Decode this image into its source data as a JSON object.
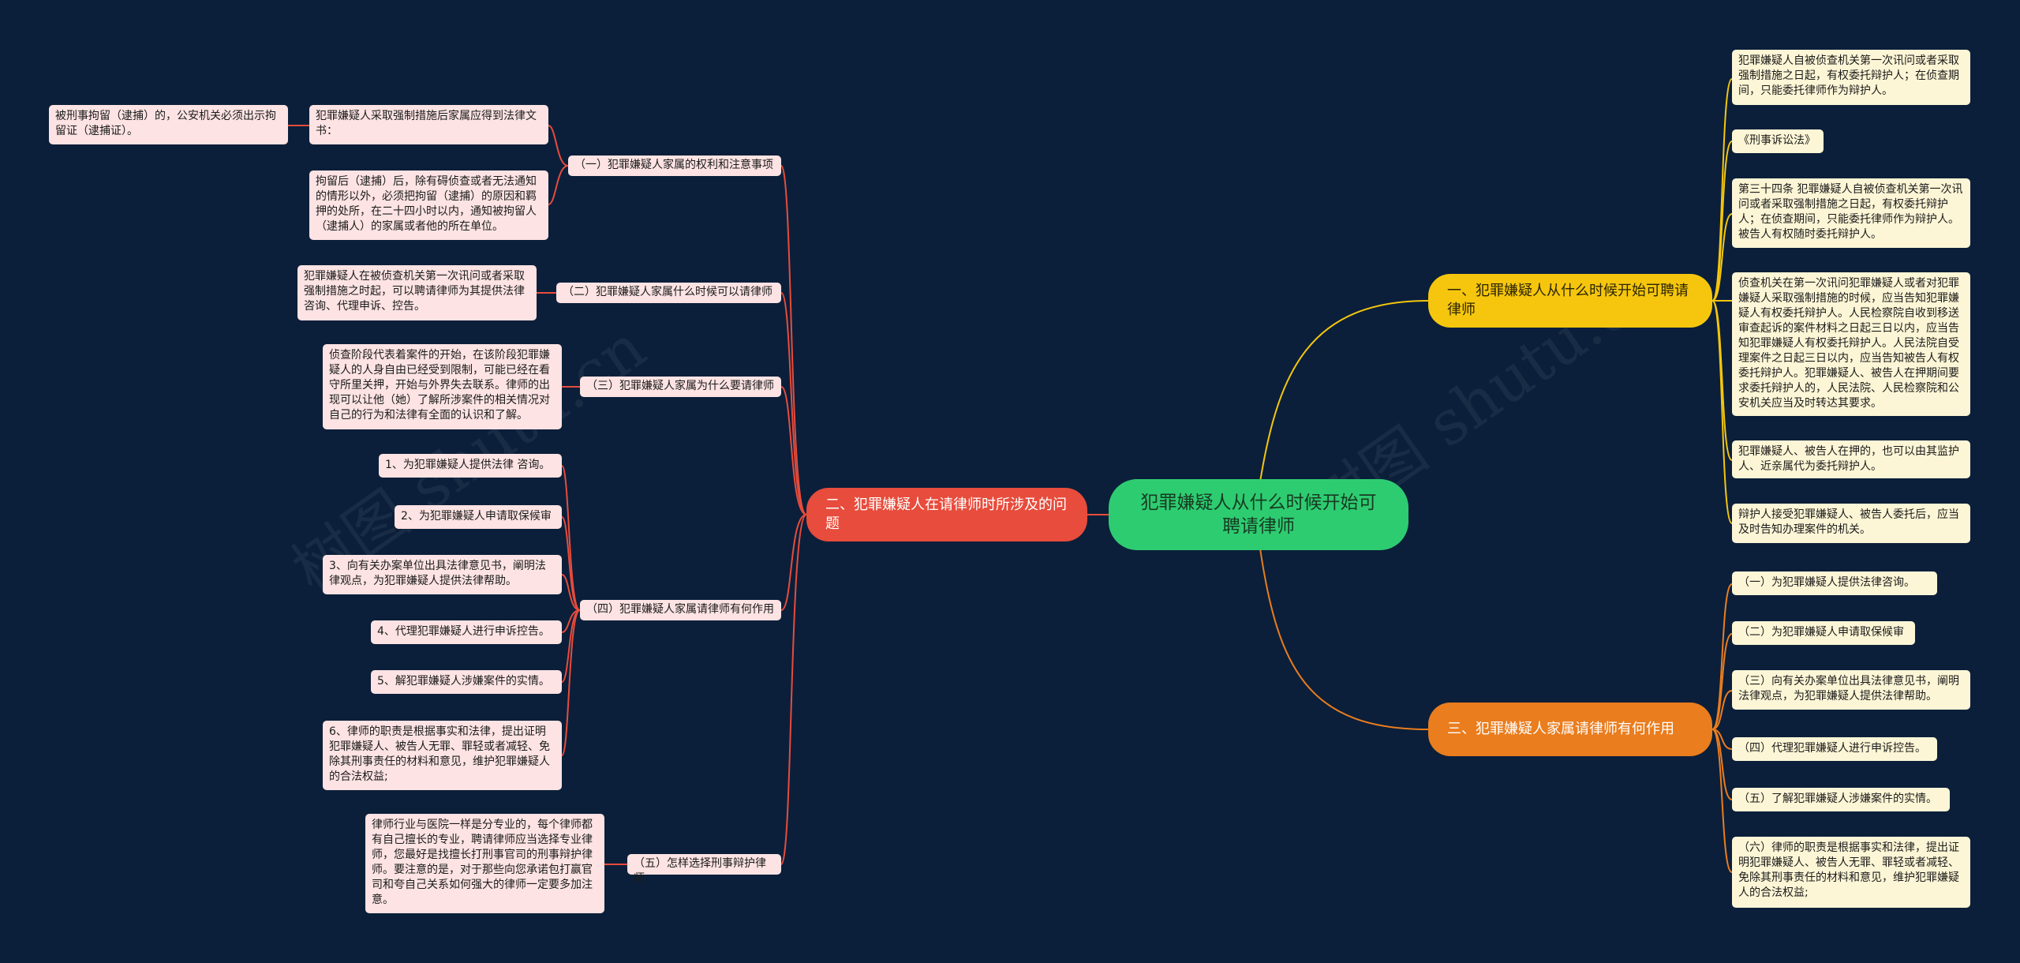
{
  "root": "犯罪嫌疑人从什么时候开始可聘请律师",
  "watermark": "树图 shutu.cn",
  "branch_one": {
    "title": "一、犯罪嫌疑人从什么时候开始可聘请律师",
    "leaves": [
      "犯罪嫌疑人自被侦查机关第一次讯问或者采取强制措施之日起，有权委托辩护人；在侦查期间，只能委托律师作为辩护人。",
      "《刑事诉讼法》",
      "第三十四条 犯罪嫌疑人自被侦查机关第一次讯问或者采取强制措施之日起，有权委托辩护人；在侦查期间，只能委托律师作为辩护人。被告人有权随时委托辩护人。",
      "侦查机关在第一次讯问犯罪嫌疑人或者对犯罪嫌疑人采取强制措施的时候，应当告知犯罪嫌疑人有权委托辩护人。人民检察院自收到移送审查起诉的案件材料之日起三日以内，应当告知犯罪嫌疑人有权委托辩护人。人民法院自受理案件之日起三日以内，应当告知被告人有权委托辩护人。犯罪嫌疑人、被告人在押期间要求委托辩护人的，人民法院、人民检察院和公安机关应当及时转达其要求。",
      "犯罪嫌疑人、被告人在押的，也可以由其监护人、近亲属代为委托辩护人。",
      "辩护人接受犯罪嫌疑人、被告人委托后，应当及时告知办理案件的机关。"
    ]
  },
  "branch_two": {
    "title": "二、犯罪嫌疑人在请律师时所涉及的问题",
    "subs": [
      "（一）犯罪嫌疑人家属的权利和注意事项",
      "（二）犯罪嫌疑人家属什么时候可以请律师",
      "（三）犯罪嫌疑人家属为什么要请律师",
      "（四）犯罪嫌疑人家属请律师有何作用",
      "（五）怎样选择刑事辩护律师"
    ],
    "sub1_children": [
      "犯罪嫌疑人采取强制措施后家属应得到法律文书：",
      "拘留后（逮捕）后，除有碍侦查或者无法通知的情形以外，必须把拘留（逮捕）的原因和羁押的处所，在二十四小时以内，通知被拘留人（逮捕人）的家属或者他的所在单位。"
    ],
    "sub1_grandchild": "被刑事拘留（逮捕）的，公安机关必须出示拘留证（逮捕证）。",
    "sub2_child": "犯罪嫌疑人在被侦查机关第一次讯问或者采取强制措施之时起，可以聘请律师为其提供法律咨询、代理申诉、控告。",
    "sub3_child": "侦查阶段代表着案件的开始，在该阶段犯罪嫌疑人的人身自由已经受到限制，可能已经在看守所里关押，开始与外界失去联系。律师的出现可以让他（她）了解所涉案件的相关情况对自己的行为和法律有全面的认识和了解。",
    "sub4_children": [
      "1、为犯罪嫌疑人提供法律 咨询。",
      "2、为犯罪嫌疑人申请取保候审",
      "3、向有关办案单位出具法律意见书，阐明法律观点，为犯罪嫌疑人提供法律帮助。",
      "4、代理犯罪嫌疑人进行申诉控告。",
      "5、解犯罪嫌疑人涉嫌案件的实情。",
      "6、律师的职责是根据事实和法律，提出证明犯罪嫌疑人、被告人无罪、罪轻或者减轻、免除其刑事责任的材料和意见，维护犯罪嫌疑人的合法权益;"
    ],
    "sub5_child": "律师行业与医院一样是分专业的，每个律师都有自己擅长的专业，聘请律师应当选择专业律师，您最好是找擅长打刑事官司的刑事辩护律师。要注意的是，对于那些向您承诺包打赢官司和夸自己关系如何强大的律师一定要多加注意。"
  },
  "branch_three": {
    "title": "三、犯罪嫌疑人家属请律师有何作用",
    "leaves": [
      "（一）为犯罪嫌疑人提供法律咨询。",
      "（二）为犯罪嫌疑人申请取保候审",
      "（三）向有关办案单位出具法律意见书，阐明法律观点，为犯罪嫌疑人提供法律帮助。",
      "（四）代理犯罪嫌疑人进行申诉控告。",
      "（五）了解犯罪嫌疑人涉嫌案件的实情。",
      "（六）律师的职责是根据事实和法律，提出证明犯罪嫌疑人、被告人无罪、罪轻或者减轻、免除其刑事责任的材料和意见，维护犯罪嫌疑人的合法权益;"
    ]
  },
  "colors": {
    "background": "#0b1f3a",
    "root": "#2ecc71",
    "branch_one": "#f5c60d",
    "branch_two": "#e74c3c",
    "branch_three": "#ea7d1e",
    "leaf_pink": "#fde3e3",
    "leaf_cream": "#fdf6d6"
  }
}
